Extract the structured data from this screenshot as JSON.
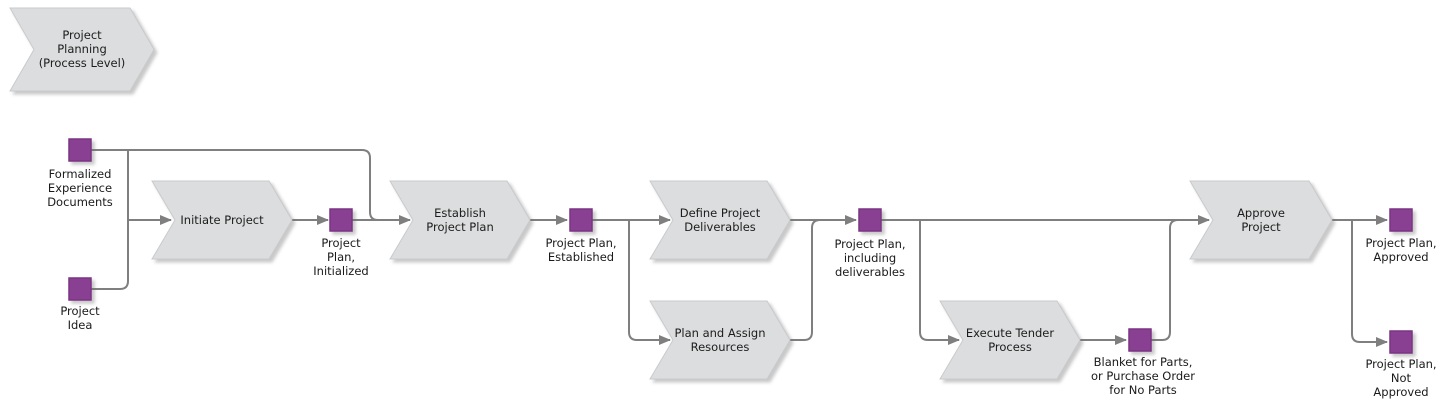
{
  "diagram_title": "Project Planning (Process Level)",
  "palette": {
    "process_fill": "#dcddde",
    "process_border": "#c9cacc",
    "data_node_fill": "#8a4092",
    "data_node_border": "#7a3482",
    "connector": "#7f7f7f",
    "text": "#1a1a1a",
    "background": "#ffffff"
  },
  "processes": [
    {
      "name": "project-planning",
      "label": "Project\nPlanning\n(Process Level)"
    },
    {
      "name": "initiate-project",
      "label": "Initiate Project"
    },
    {
      "name": "establish-project-plan",
      "label": "Establish\nProject Plan"
    },
    {
      "name": "define-project-deliverables",
      "label": "Define Project\nDeliverables"
    },
    {
      "name": "plan-and-assign-resources",
      "label": "Plan and Assign\nResources"
    },
    {
      "name": "execute-tender-process",
      "label": "Execute Tender\nProcess"
    },
    {
      "name": "approve-project",
      "label": "Approve\nProject"
    }
  ],
  "data_objects": [
    {
      "name": "formalized-experience-documents",
      "label": "Formalized\nExperience\nDocuments"
    },
    {
      "name": "project-idea",
      "label": "Project\nIdea"
    },
    {
      "name": "project-plan-initialized",
      "label": "Project\nPlan,\nInitialized"
    },
    {
      "name": "project-plan-established",
      "label": "Project Plan,\nEstablished"
    },
    {
      "name": "project-plan-including-deliverables",
      "label": "Project Plan,\nincluding\ndeliverables"
    },
    {
      "name": "blanket-for-parts",
      "label": "Blanket for Parts,\nor Purchase Order\nfor No Parts"
    },
    {
      "name": "project-plan-approved",
      "label": "Project Plan,\nApproved"
    },
    {
      "name": "project-plan-not-approved",
      "label": "Project Plan,\nNot\nApproved"
    }
  ]
}
